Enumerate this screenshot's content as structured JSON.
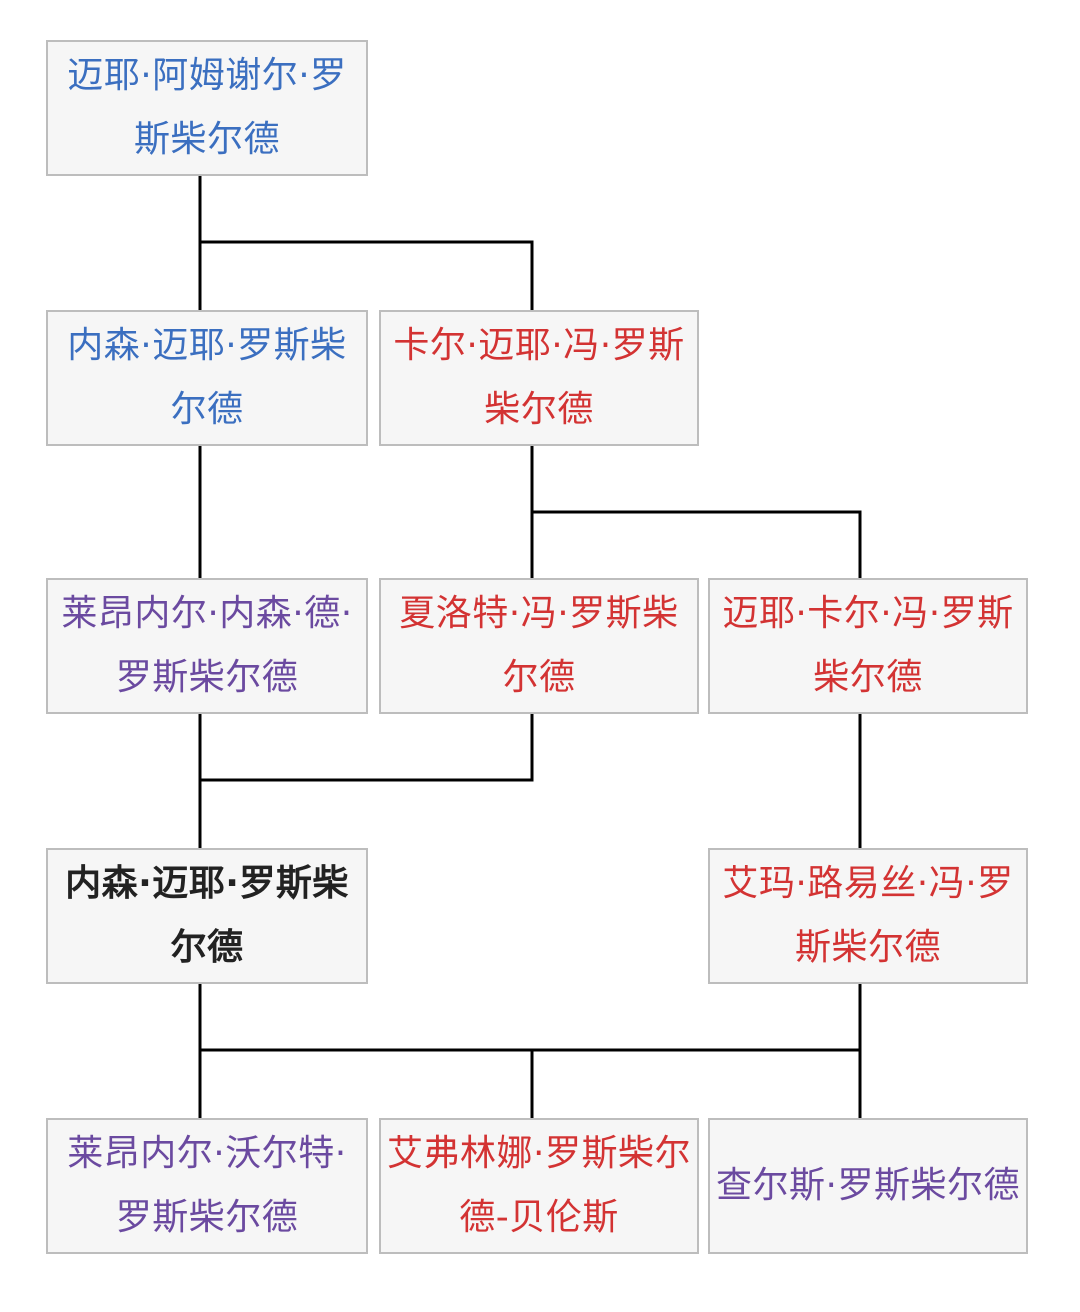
{
  "colors": {
    "male": "#3366cc",
    "female": "#d33333",
    "subject": "#222222",
    "purple": "#6b4aa0",
    "line": "#000000",
    "node_bg": "#f6f6f6",
    "node_border": "#bdbdbd"
  },
  "nodes": {
    "mayer": {
      "label": "迈耶·阿姆谢尔·罗斯柴尔德",
      "color": "#3b6fc0"
    },
    "nathan": {
      "label": "内森·迈耶·罗斯柴尔德",
      "color": "#3b6fc0"
    },
    "carl": {
      "label": "卡尔·迈耶·冯·罗斯柴尔德",
      "color": "#d33333"
    },
    "lionel_1": {
      "label": "莱昂内尔·内森·德·罗斯柴尔德",
      "color": "#6b4aa0"
    },
    "charlotte": {
      "label": "夏洛特·冯·罗斯柴尔德",
      "color": "#d33333"
    },
    "mayer_carl": {
      "label": "迈耶·卡尔·冯·罗斯柴尔德",
      "color": "#d33333"
    },
    "nathan_2": {
      "label": "内森·迈耶·罗斯柴尔德",
      "color": "#222222"
    },
    "emma": {
      "label": "艾玛·路易丝·冯·罗斯柴尔德",
      "color": "#d33333"
    },
    "lionel_2": {
      "label": "莱昂内尔·沃尔特·罗斯柴尔德",
      "color": "#6b4aa0"
    },
    "evelina": {
      "label": "艾弗林娜·罗斯柴尔德-贝伦斯",
      "color": "#d33333"
    },
    "charles": {
      "label": "查尔斯·罗斯柴尔德",
      "color": "#6b4aa0"
    }
  }
}
